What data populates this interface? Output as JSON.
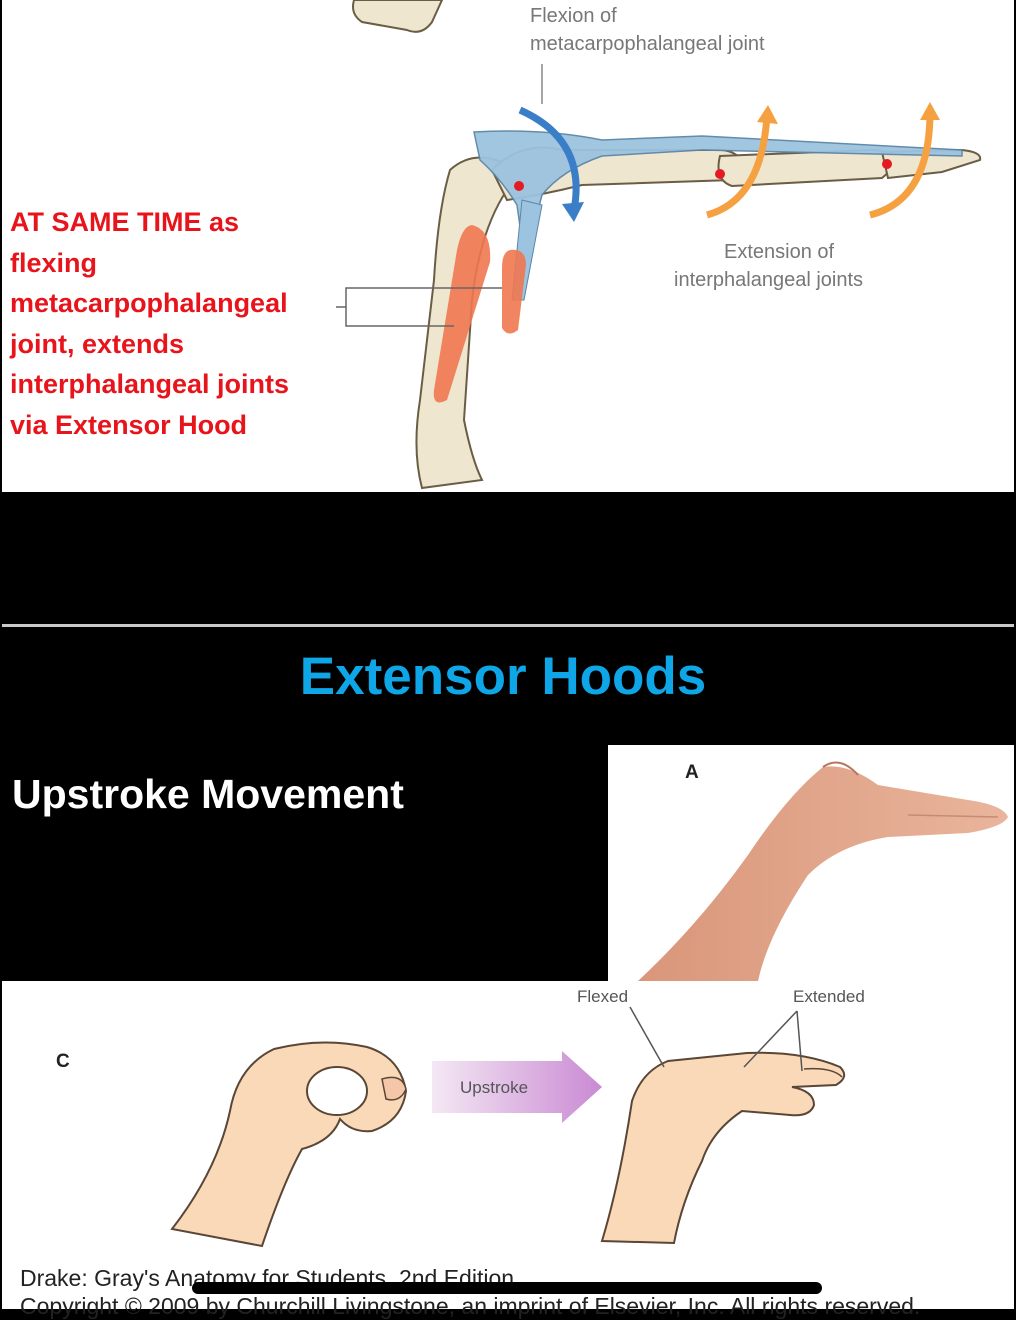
{
  "slide1": {
    "note_lines": [
      "AT SAME TIME as",
      "flexing",
      "metacarpophalangeal",
      "joint, extends",
      "interphalangeal joints",
      "via Extensor Hood"
    ],
    "label_flexion_line1": "Flexion of",
    "label_flexion_line2": "metacarpophalangeal joint",
    "label_extension_line1": "Extension of",
    "label_extension_line2": "interphalangeal joints"
  },
  "slide2": {
    "title": "Extensor Hoods",
    "subtitle": "Upstroke Movement",
    "photo_letter": "A",
    "figure_letter": "C",
    "label_flexed": "Flexed",
    "label_extended": "Extended",
    "label_upstroke": "Upstroke",
    "credit_line1": "Drake: Gray's Anatomy for Students, 2nd Edition",
    "credit_line2": "Copyright © 2009 by Churchill Livingstone, an imprint of Elsevier, Inc. All rights reserved."
  },
  "colors": {
    "title_blue": "#0ea6e6",
    "note_red": "#e8141b",
    "bone": "#efe6cf",
    "tendon_blue": "#9cc3df",
    "muscle": "#f07850",
    "skin": "#f9d9b8"
  }
}
